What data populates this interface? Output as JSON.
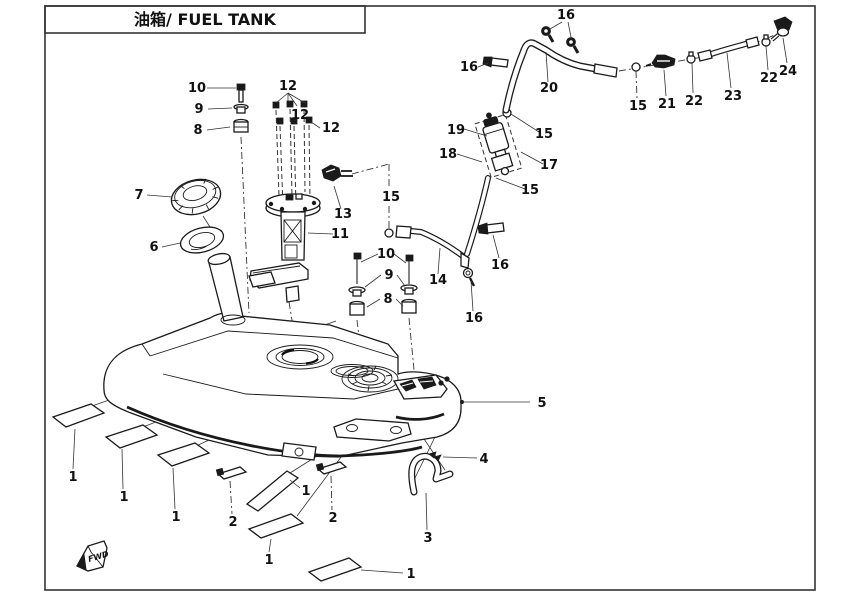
{
  "title": "油箱/ FUEL TANK",
  "fwd_label": "FWD",
  "callouts": {
    "1": "1",
    "2": "2",
    "3": "3",
    "4": "4",
    "5": "5",
    "6": "6",
    "7": "7",
    "8": "8",
    "9": "9",
    "10": "10",
    "11": "11",
    "12": "12",
    "13": "13",
    "14": "14",
    "15": "15",
    "16": "16",
    "17": "17",
    "18": "18",
    "19": "19",
    "20": "20",
    "21": "21",
    "22": "22",
    "23": "23",
    "24": "24"
  }
}
